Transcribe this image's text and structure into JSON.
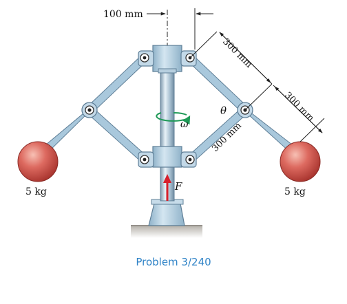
{
  "labels": {
    "top_dimension": "100 mm",
    "link_upper_right": "300 mm",
    "link_far_right": "300 mm",
    "link_lower_right": "300 mm",
    "theta": "θ",
    "omega": "ω",
    "force": "F",
    "mass_left": "5 kg",
    "mass_right": "5 kg"
  },
  "caption": "Problem 3/240",
  "colors": {
    "frame": "#a9c8dc",
    "frame_edge": "#5f7f97",
    "sphere": "#d9605a",
    "force_arrow": "#d8202c",
    "omega_arrow": "#1f9a57",
    "caption": "#2f83c7"
  }
}
